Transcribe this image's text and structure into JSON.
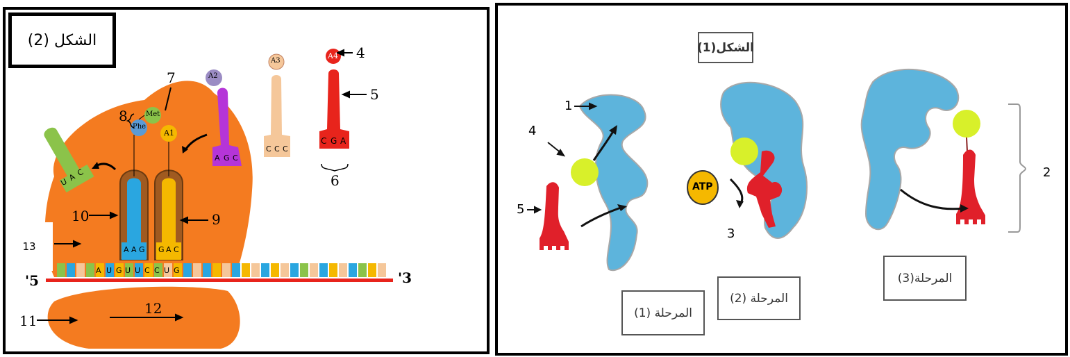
{
  "figure2": {
    "title": "الشكل (2)",
    "labels": {
      "l1": "11",
      "l2": "12",
      "l3": "10",
      "l4": "9",
      "l5": "8",
      "l6": "7",
      "l7": "4",
      "l8": "5",
      "l9": "6",
      "l10": "13",
      "l11": "'5",
      "l12": "'3"
    },
    "trna": {
      "a2": "A2",
      "a3": "A3",
      "a4": "A4",
      "a1": "A1",
      "met": "Met",
      "phe": "Phe"
    },
    "anticodons": {
      "green": [
        "U",
        "A",
        "C"
      ],
      "purple": [
        "A",
        "G",
        "C"
      ],
      "peach": [
        "C",
        "C",
        "C"
      ],
      "red": [
        "C",
        "G",
        "A"
      ],
      "blue": [
        "A",
        "A",
        "G"
      ],
      "yellow": [
        "G",
        "A",
        "C"
      ]
    },
    "mrna_codons": [
      "A",
      "U",
      "G",
      "U",
      "U",
      "C",
      "C",
      "U",
      "G"
    ],
    "colors": {
      "ribosome": "#f47b20",
      "mrna": "#e8241c",
      "blue": "#2aa6e0",
      "yellow": "#f5b800",
      "purple": "#b535d8",
      "peach": "#f5c79a",
      "red": "#e8241c",
      "green": "#8bc34a"
    }
  },
  "figure1": {
    "title": "الشكل(1)",
    "stages": [
      "المرحلة (1)",
      "المرحلة (2)",
      "المرحلة(3)"
    ],
    "labels": {
      "n1": "1",
      "n2": "2",
      "n3": "3",
      "n4": "4",
      "n5": "5"
    },
    "atp": "ATP",
    "colors": {
      "enzyme": "#5db4dc",
      "amino": "#d8f02a",
      "trna": "#e0202a"
    }
  }
}
